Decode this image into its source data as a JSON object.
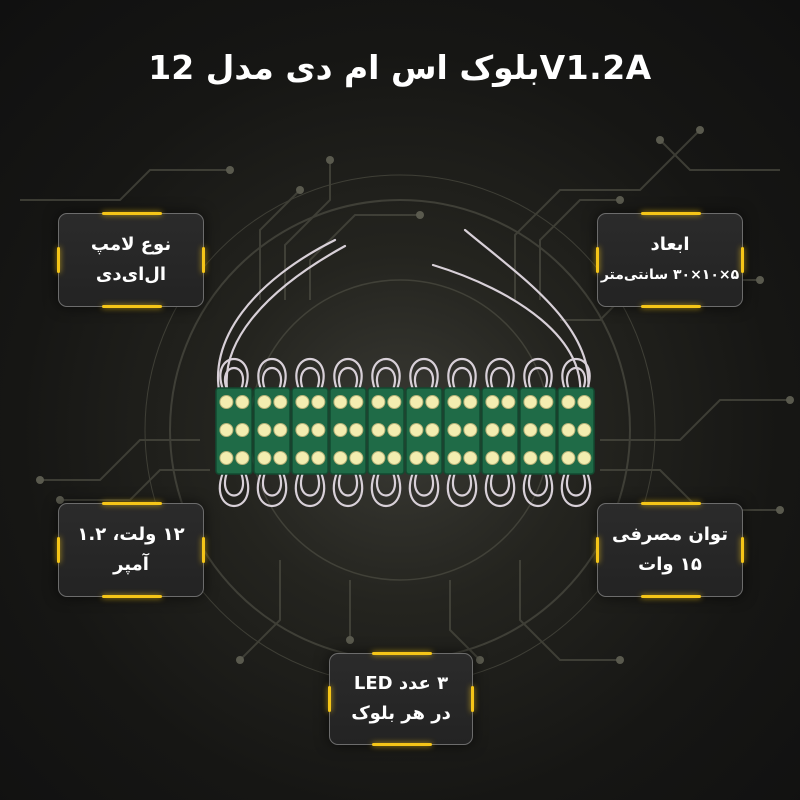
{
  "title": "بلوک اس ام دی مدل 12V1.2A",
  "cards": {
    "lamp_type": {
      "line1": "نوع لامپ",
      "line2": "ال‌ای‌دی"
    },
    "dimensions": {
      "line1": "ابعاد",
      "line2": "۵×۱۰×۳۰ سانتی‌متر"
    },
    "voltage": {
      "line1": "۱۲ ولت، ۱.۲",
      "line2": "آمپر"
    },
    "power": {
      "line1": "توان مصرفی",
      "line2": "۱۵ وات"
    },
    "led_count": {
      "line1": "۳ عدد LED",
      "line2": "در هر بلوک"
    }
  },
  "colors": {
    "accent": "#f5c518",
    "card_bg": "#262626",
    "card_border": "#6c6c6c",
    "pcb_green": "#1f6b47",
    "led_yellow": "#f3edb0",
    "wire": "#d8d0d8",
    "circuit_line": "#4a4a40"
  },
  "product": {
    "module_count": 10,
    "leds_per_module": 3
  }
}
